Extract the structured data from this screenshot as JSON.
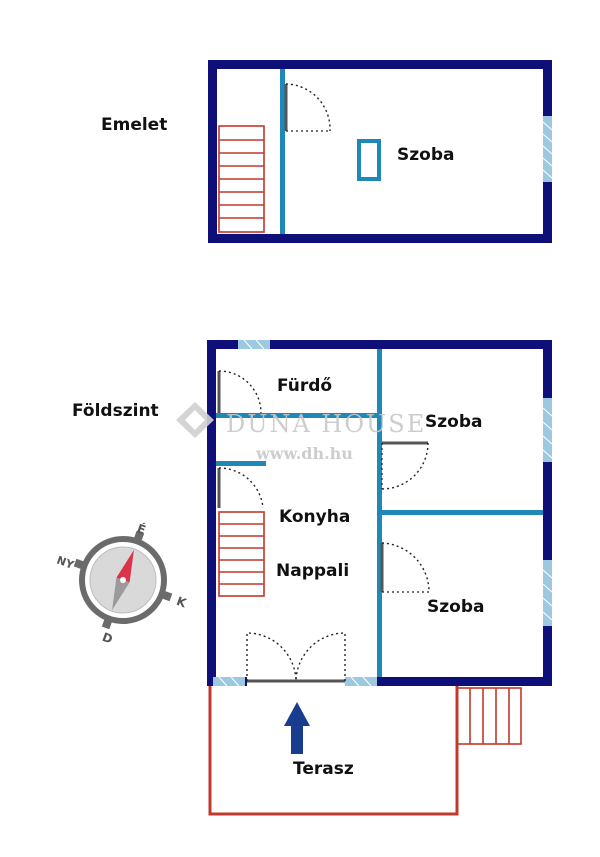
{
  "colors": {
    "outer_wall": "#0f0f7a",
    "inner_wall": "#1e88b8",
    "stairs": "#c0392b",
    "window": "#9cc9e0",
    "door": "#2b2b2b",
    "watermark": "#c8c8c8",
    "compass_needle_north": "#d9344a",
    "compass_needle_south": "#9a9a9a",
    "arrow": "#1a3c8f"
  },
  "floors": {
    "upper": {
      "label": "Emelet",
      "room": "Szoba"
    },
    "ground": {
      "label": "Földszint",
      "rooms": {
        "bath": "Fürdő",
        "bedroom_top": "Szoba",
        "kitchen": "Konyha",
        "living": "Nappali",
        "bedroom_bottom": "Szoba"
      }
    }
  },
  "terrace": {
    "label": "Terasz"
  },
  "watermark": {
    "brand": "DUNA HOUSE",
    "url": "www.dh.hu"
  },
  "compass": {
    "north": "É",
    "east": "K",
    "south": "D",
    "west": "NY"
  },
  "icons": {
    "compass": "compass-icon",
    "entrance_arrow": "arrow-up-icon",
    "logo": "duna-house-logo-icon"
  }
}
